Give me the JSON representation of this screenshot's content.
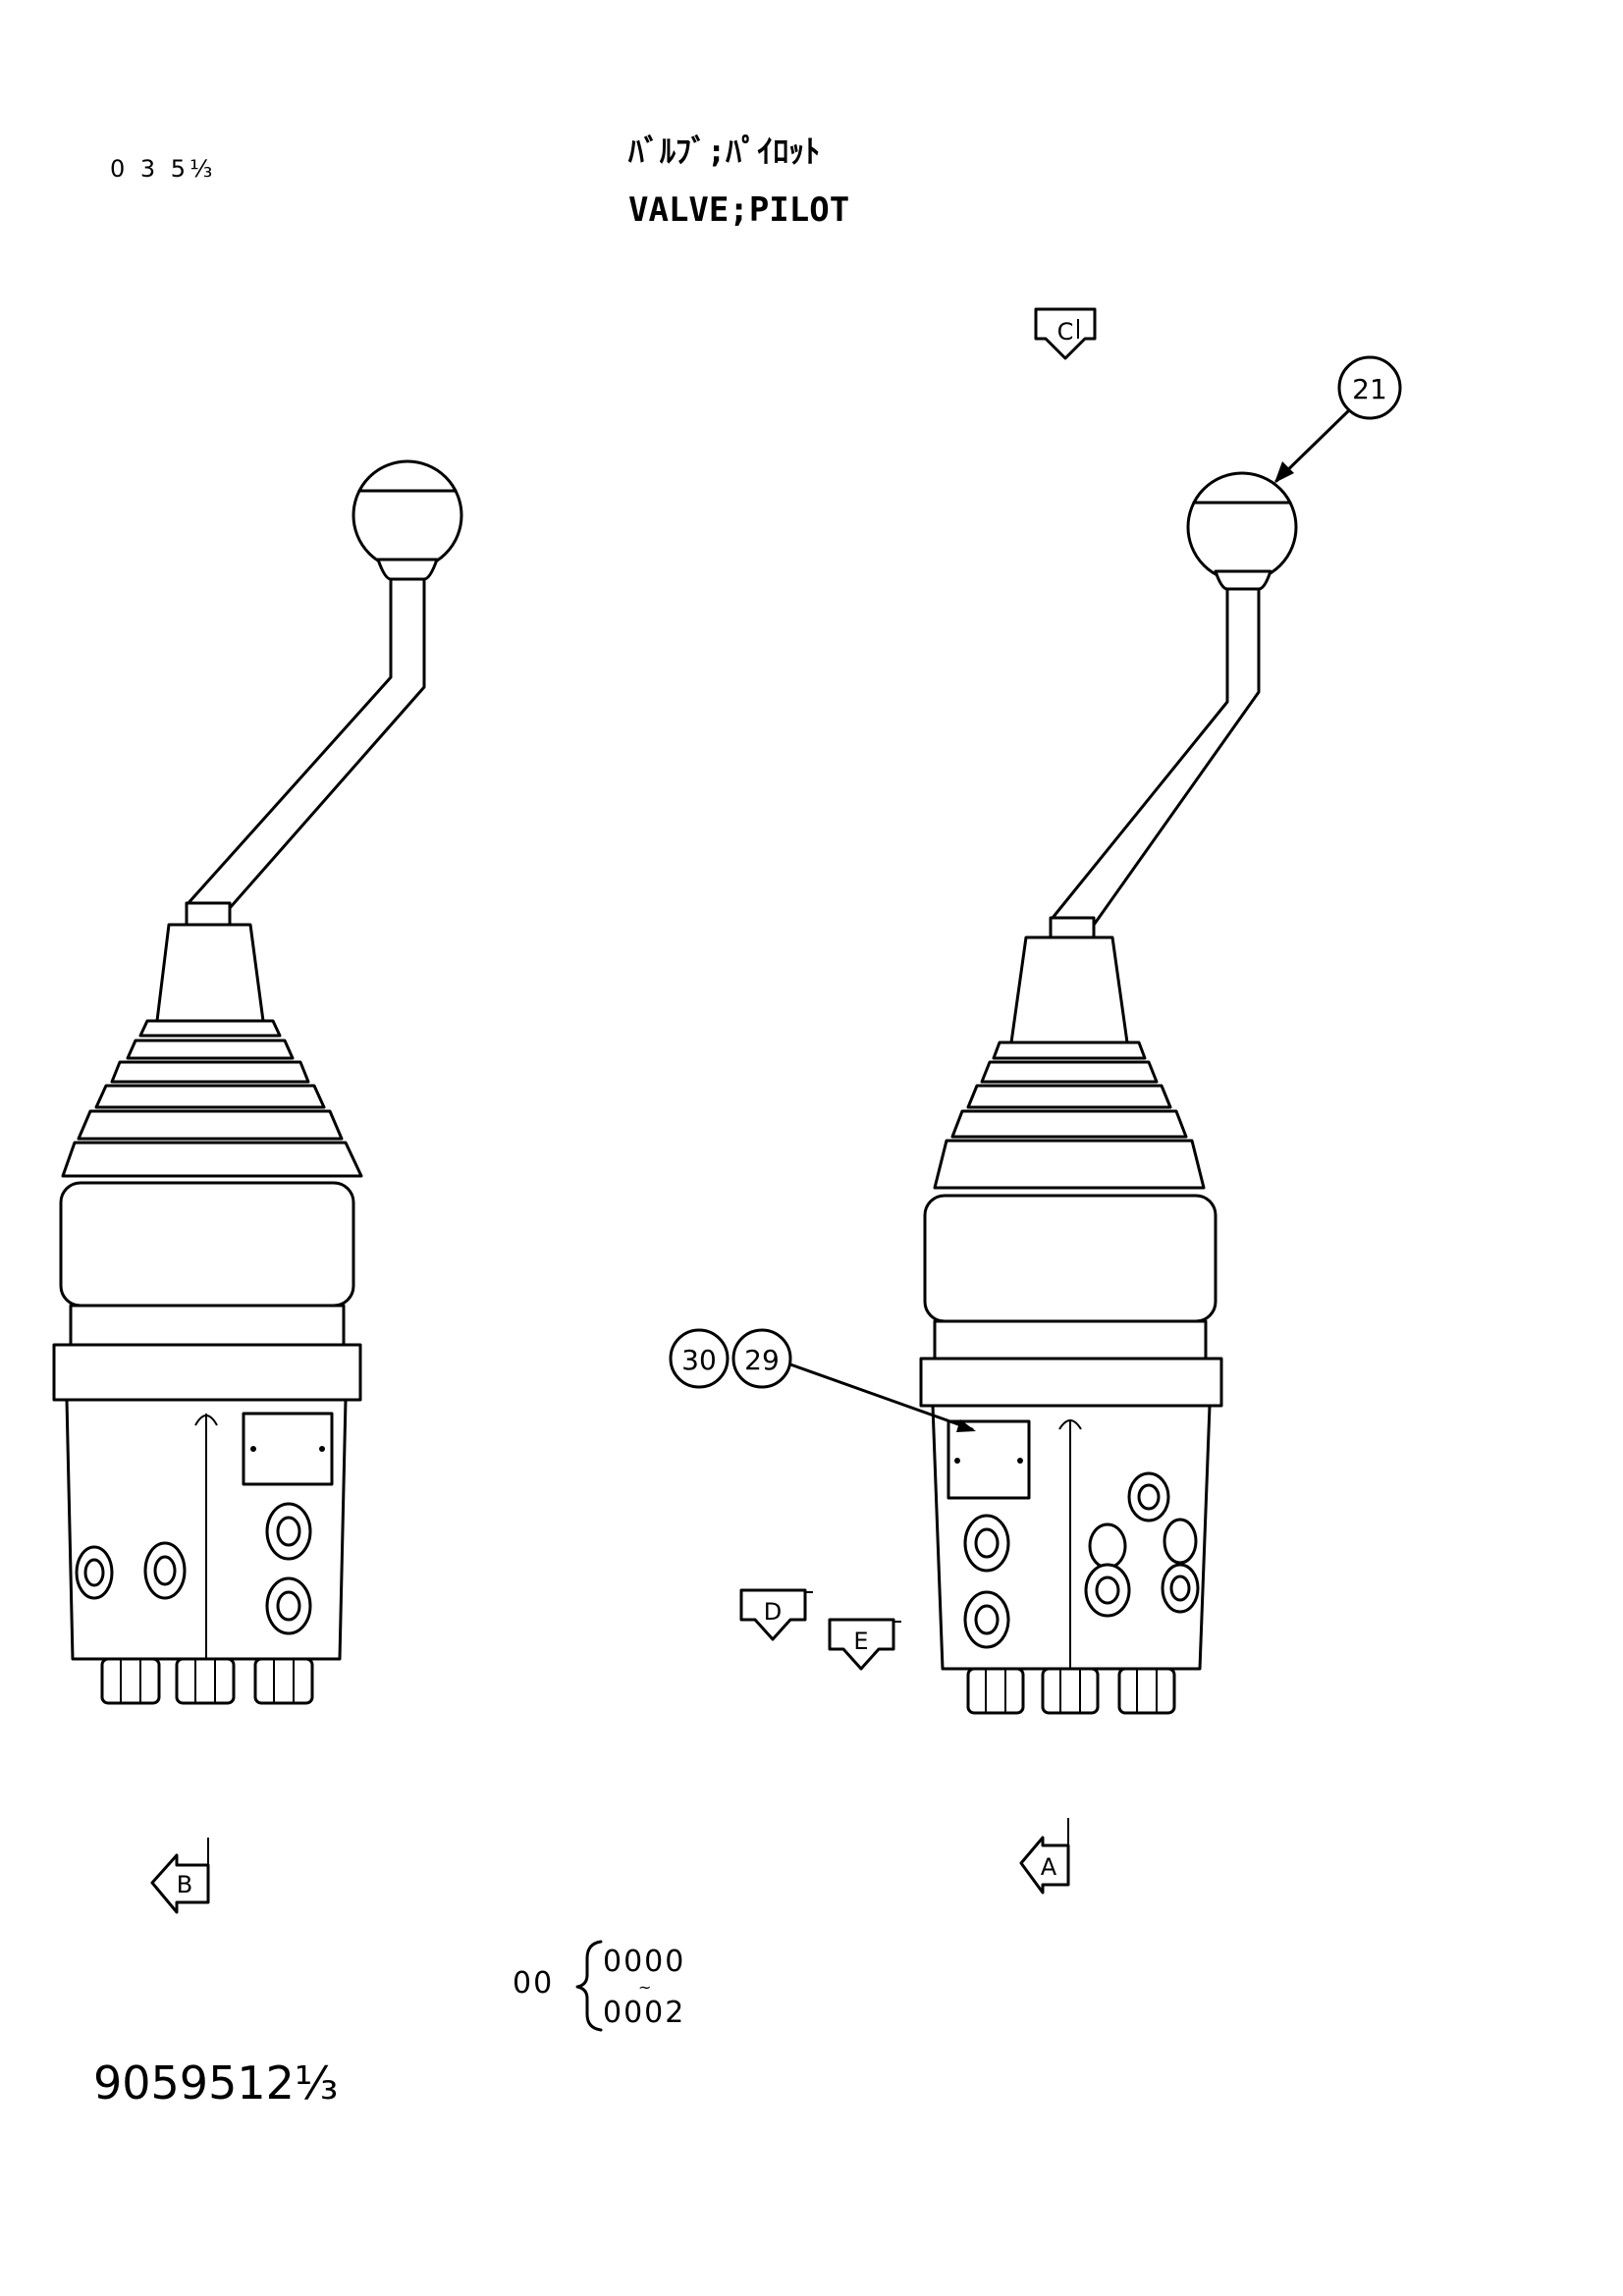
{
  "header": {
    "page_code": "0 3 5⅓",
    "title_jp": "ﾊﾞﾙﾌﾞ;ﾊﾟｲﾛｯﾄ",
    "title_en": "VALVE;PILOT"
  },
  "callouts": {
    "part_21": "21",
    "part_30": "30",
    "part_29": "29"
  },
  "view_markers": {
    "a": "A",
    "b": "B",
    "c": "C",
    "d": "D",
    "e": "E"
  },
  "serial_range": {
    "prefix": "00",
    "from": "0000",
    "to": "0002",
    "tilde": "~"
  },
  "drawing_number": "9059512⅓"
}
